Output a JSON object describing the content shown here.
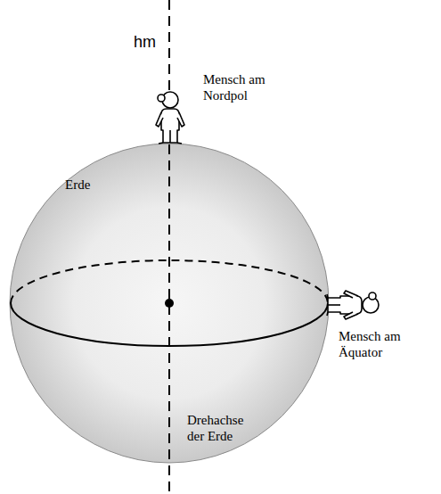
{
  "diagram": {
    "nodes": [
      {
        "text": [
          "Erde"
        ]
      }
    ],
    "labels": [
      "hm",
      "Mensch am Nordpol",
      "Mensch am Äquator",
      "Drehachse der Erde"
    ]
  }
}
